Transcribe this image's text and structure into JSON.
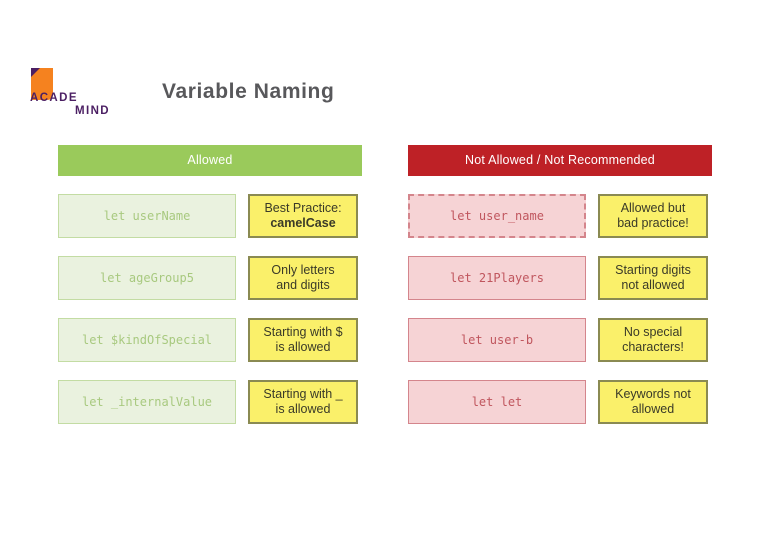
{
  "brand": {
    "logo_line1": "ACADE",
    "logo_line2": "MIND",
    "logo_orange": "#F5821F",
    "logo_purple": "#4B1F63"
  },
  "header": {
    "title": "Variable Naming"
  },
  "colors": {
    "allowed_header_bg": "#9ACA5B",
    "not_allowed_header_bg": "#BE2126",
    "green_card_bg": "#EAF2DF",
    "green_card_border": "#C3DCA3",
    "green_card_text": "#A8C97F",
    "pink_card_bg": "#F6D3D5",
    "pink_card_border": "#D4858C",
    "pink_card_text": "#C0565E",
    "note_bg": "#FAF06A",
    "note_border": "#8A8A52",
    "title_text": "#58585B"
  },
  "columns": {
    "allowed": {
      "header": "Allowed",
      "rows": [
        {
          "code": "let userName",
          "note_line1": "Best Practice:",
          "note_line2": "camelCase",
          "note_line2_bold": true,
          "dashed": false
        },
        {
          "code": "let ageGroup5",
          "note_line1": "Only letters",
          "note_line2": "and digits",
          "note_line2_bold": false,
          "dashed": false
        },
        {
          "code": "let $kindOfSpecial",
          "note_line1": "Starting with $",
          "note_line2": "is allowed",
          "note_line2_bold": false,
          "dashed": false
        },
        {
          "code": "let _internalValue",
          "note_line1": "Starting with _",
          "note_line2": "is allowed",
          "note_line2_bold": false,
          "dashed": false
        }
      ]
    },
    "not_allowed": {
      "header": "Not Allowed / Not Recommended",
      "rows": [
        {
          "code": "let user_name",
          "note_line1": "Allowed but",
          "note_line2": "bad practice!",
          "note_line2_bold": false,
          "dashed": true
        },
        {
          "code": "let 21Players",
          "note_line1": "Starting digits",
          "note_line2": "not allowed",
          "note_line2_bold": false,
          "dashed": false
        },
        {
          "code": "let user-b",
          "note_line1": "No special",
          "note_line2": "characters!",
          "note_line2_bold": false,
          "dashed": false
        },
        {
          "code": "let let",
          "note_line1": "Keywords not",
          "note_line2": "allowed",
          "note_line2_bold": false,
          "dashed": false
        }
      ]
    }
  }
}
